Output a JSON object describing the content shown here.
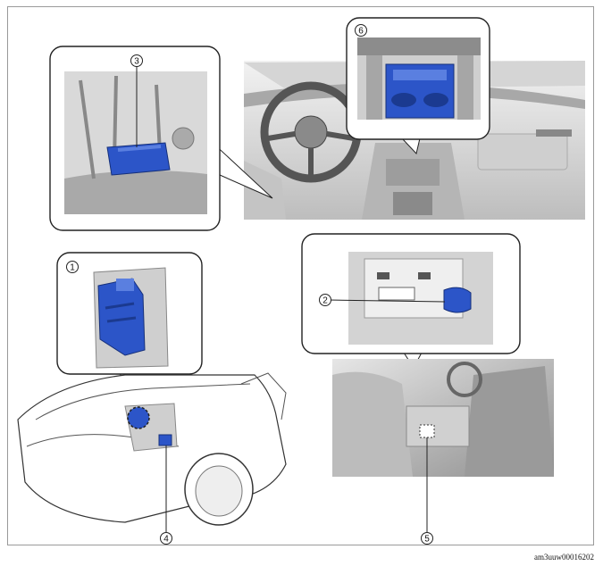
{
  "figure": {
    "callouts": [
      {
        "id": "callout-1",
        "label": "1"
      },
      {
        "id": "callout-2",
        "label": "2"
      },
      {
        "id": "callout-3",
        "label": "3"
      },
      {
        "id": "callout-4",
        "label": "4"
      },
      {
        "id": "callout-5",
        "label": "5"
      },
      {
        "id": "callout-6",
        "label": "6"
      }
    ],
    "image_code": "am3uuw00016202",
    "highlight_color": "#2c55c8",
    "line_color": "#222222"
  }
}
